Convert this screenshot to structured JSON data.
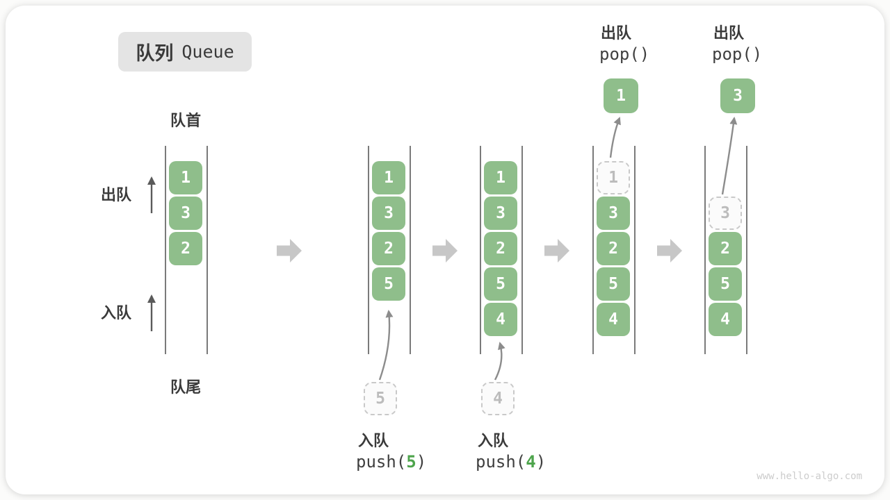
{
  "title": {
    "zh": "队列",
    "en": "Queue"
  },
  "labels": {
    "front": "队首",
    "rear": "队尾",
    "dequeue": "出队",
    "enqueue": "入队"
  },
  "colors": {
    "box_green": "#8fbe8b",
    "code_green": "#4ea44c",
    "ink": "#3a3a3a"
  },
  "states": [
    {
      "items": [
        "1",
        "3",
        "2"
      ]
    },
    {
      "items": [
        "1",
        "3",
        "2",
        "5"
      ],
      "incoming": "5",
      "op": {
        "zh": "入队",
        "pre": "push(",
        "arg": "5",
        "post": ")"
      }
    },
    {
      "items": [
        "1",
        "3",
        "2",
        "5",
        "4"
      ],
      "incoming": "4",
      "op": {
        "zh": "入队",
        "pre": "push(",
        "arg": "4",
        "post": ")"
      }
    },
    {
      "ghost": "1",
      "items": [
        "3",
        "2",
        "5",
        "4"
      ],
      "popped": "1",
      "op": {
        "zh": "出队",
        "code": "pop()"
      }
    },
    {
      "ghost": "3",
      "items": [
        "2",
        "5",
        "4"
      ],
      "popped": "3",
      "op": {
        "zh": "出队",
        "code": "pop()"
      }
    }
  ],
  "watermark": "www.hello-algo.com"
}
